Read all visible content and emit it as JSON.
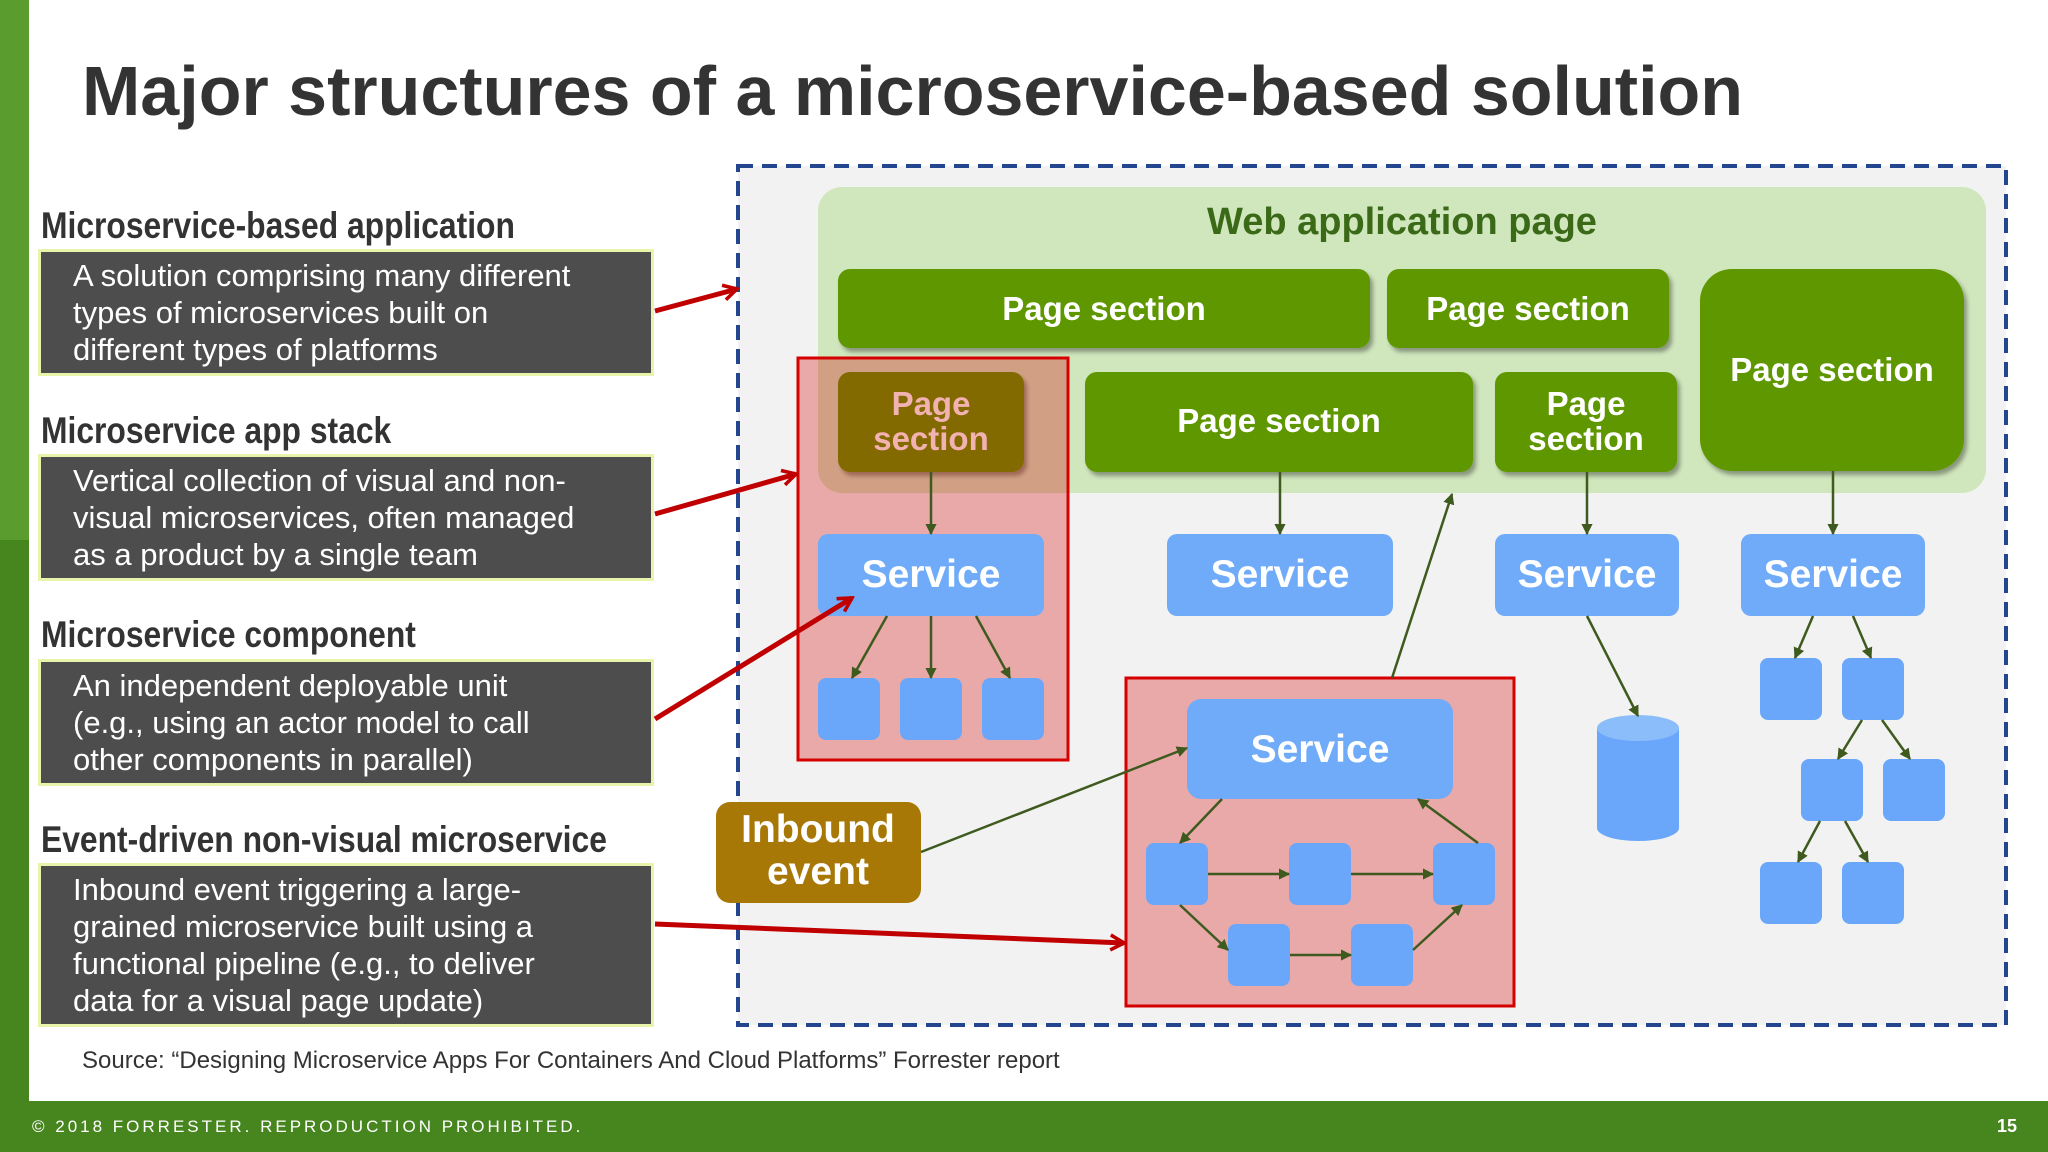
{
  "title": "Major structures of a microservice-based solution",
  "concepts": [
    {
      "heading": "Microservice-based application",
      "lines": [
        "A solution comprising many different",
        "types of microservices built on",
        "different types of platforms"
      ]
    },
    {
      "heading": "Microservice app stack",
      "lines": [
        "Vertical collection of visual and non-",
        "visual microservices, often managed",
        "as a product by a single team"
      ]
    },
    {
      "heading": "Microservice component",
      "lines": [
        "An independent deployable unit",
        "(e.g., using an actor model to call",
        "other components in parallel)"
      ]
    },
    {
      "heading": "Event-driven non-visual microservice",
      "lines": [
        "Inbound event triggering a large-",
        "grained microservice built using a",
        "functional pipeline (e.g., to deliver",
        "data for a visual page update)"
      ]
    }
  ],
  "diagram": {
    "web_page_label": "Web application page",
    "page_section_label": "Page section",
    "page_section_short": [
      "Page",
      "section"
    ],
    "service_label": "Service",
    "inbound_event": [
      "Inbound",
      "event"
    ]
  },
  "source": "Source: “Designing Microservice Apps For Containers And Cloud Platforms” Forrester report",
  "footer": {
    "copyright": "© 2018 FORRESTER. REPRODUCTION PROHIBITED.",
    "page_number": "15"
  },
  "colors": {
    "brand_green": "#47861f",
    "page_section_green": "#5f9700",
    "web_page_bg": "#d0e6bd",
    "service_blue": "#6fabf8",
    "component_blue": "#6aa7fb",
    "highlight_red": "#d50000",
    "inbound_event_gold": "#a87807",
    "concept_box_bg": "#4d4d4d",
    "concept_box_border": "#e7f4a9"
  }
}
